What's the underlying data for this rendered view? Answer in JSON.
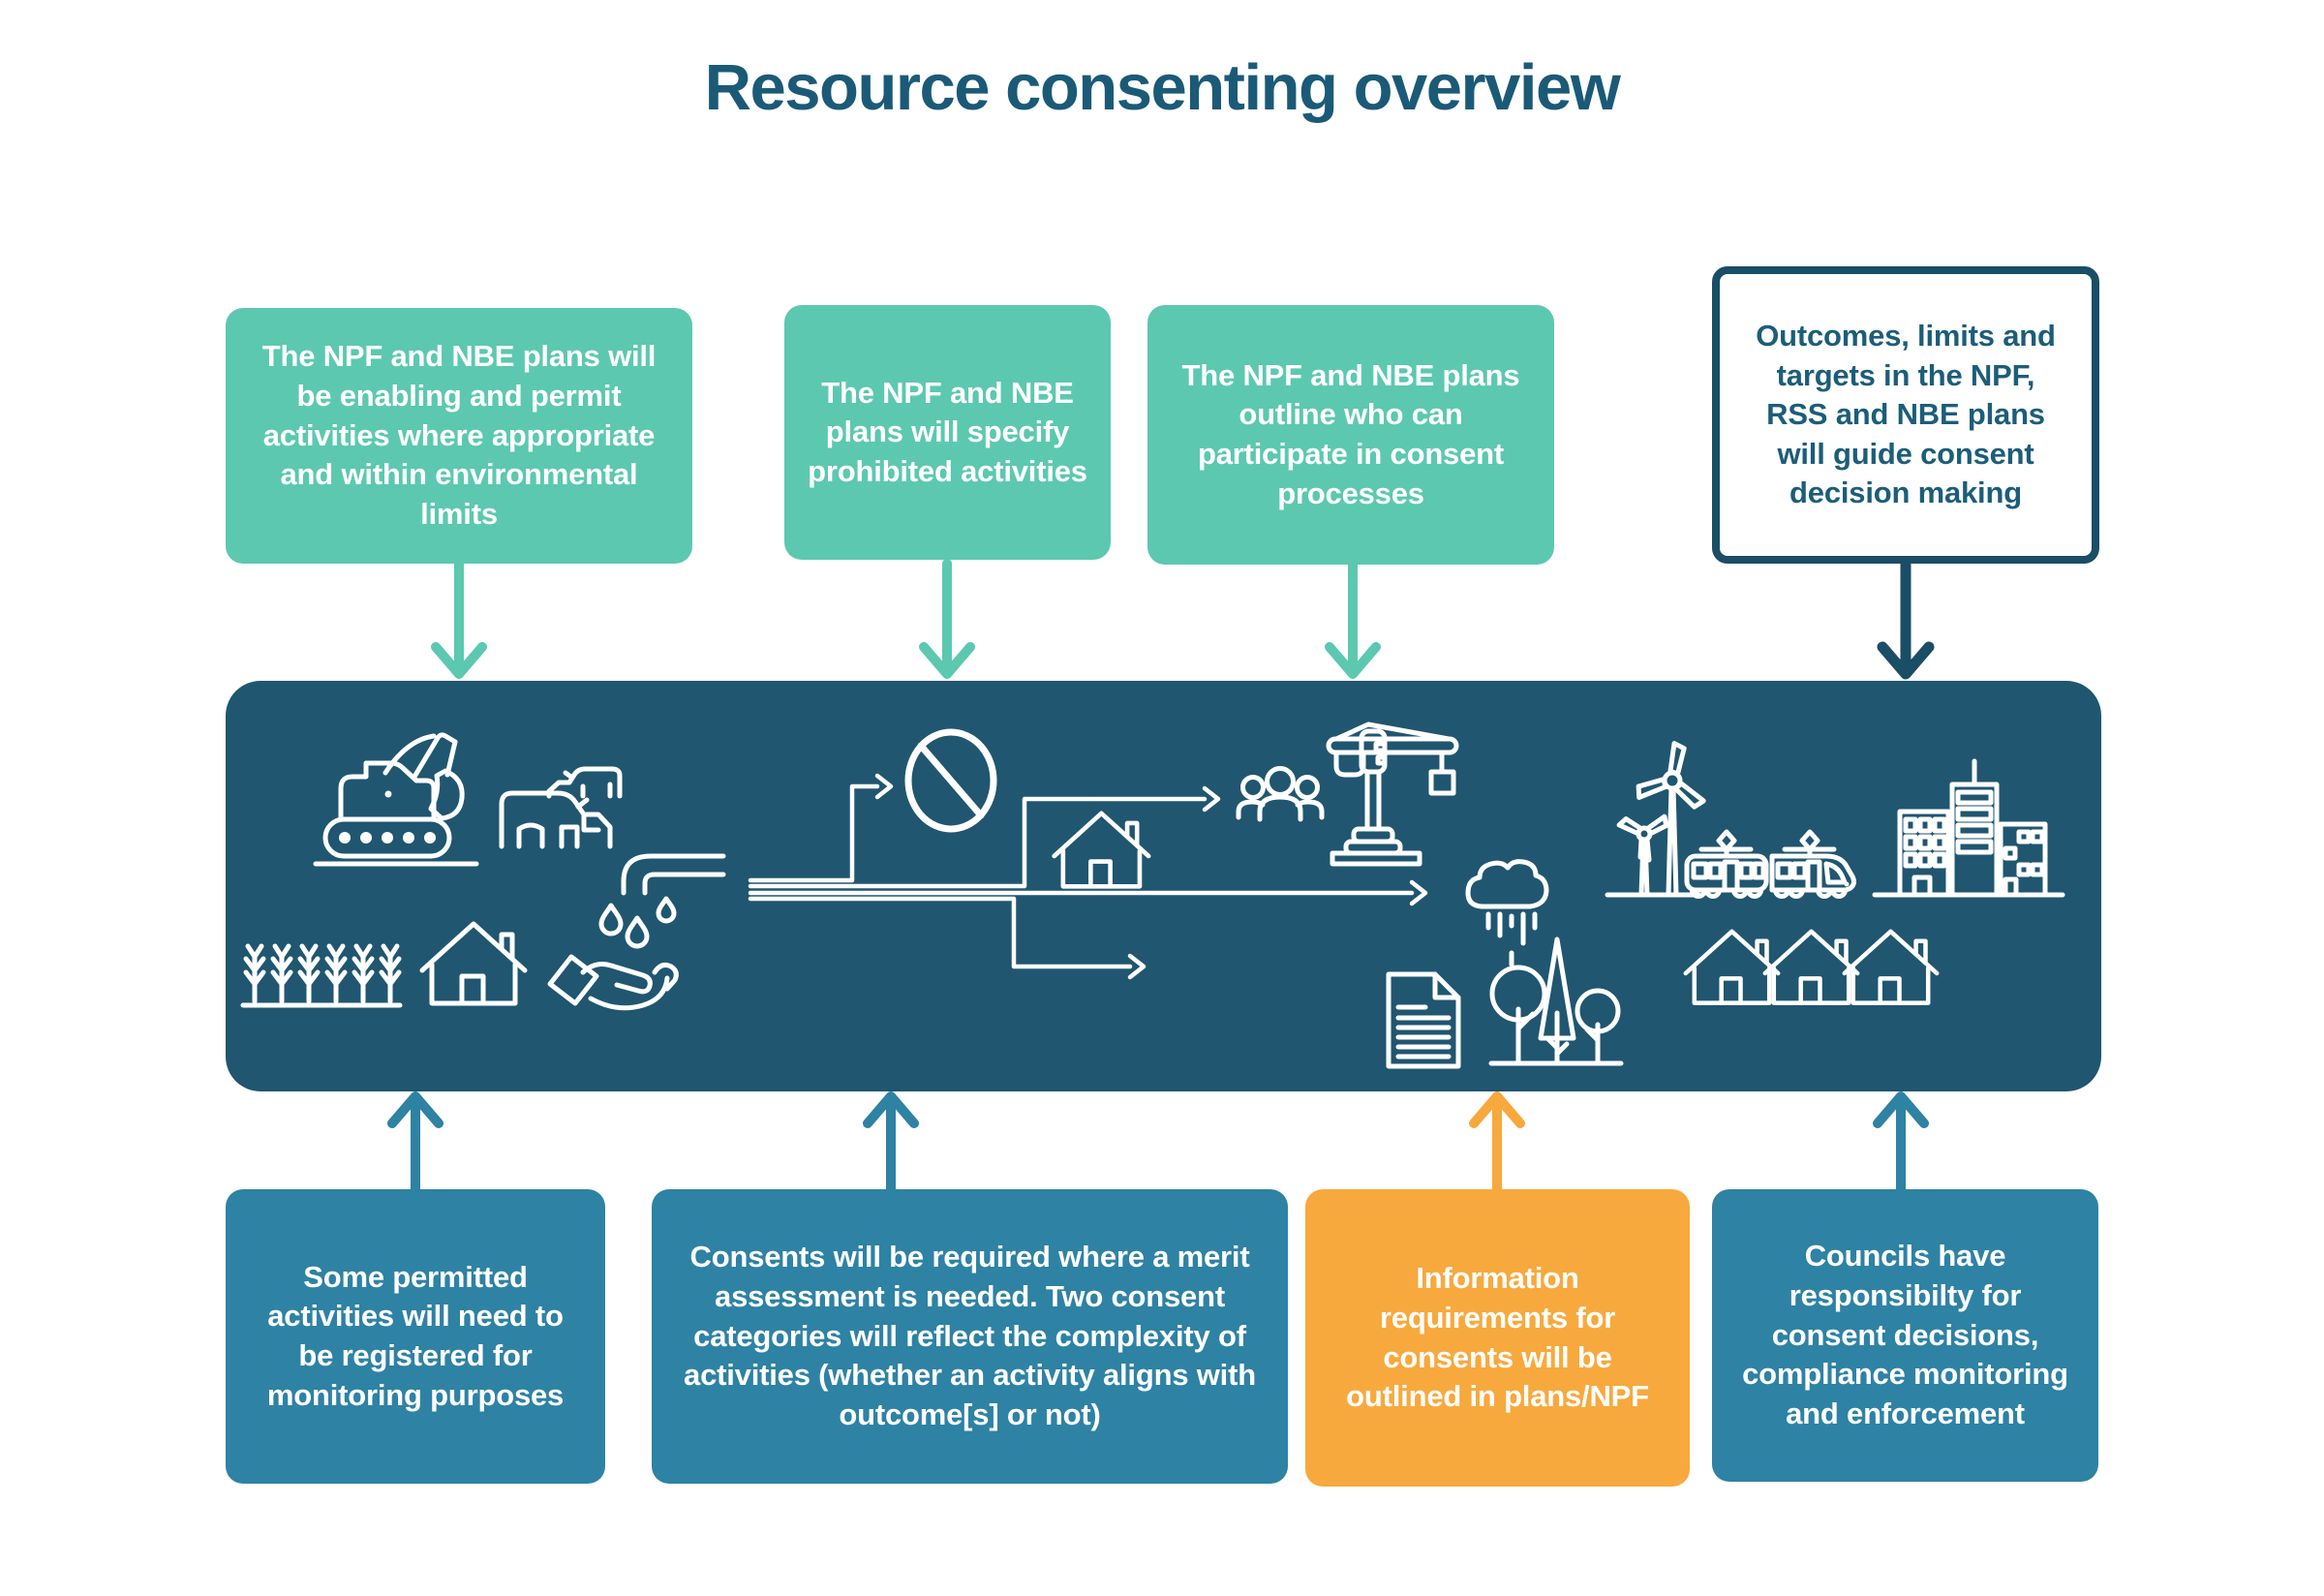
{
  "title": "Resource consenting overview",
  "colors": {
    "teal": "#5cc8b0",
    "blue": "#2e82a4",
    "orange": "#f8a93d",
    "band": "#205670",
    "navy": "#1a4d66",
    "title_text": "#1b5a77",
    "icon_stroke": "#ffffff"
  },
  "top_boxes": [
    {
      "id": "npf-enabling",
      "variant": "teal",
      "text": "The NPF and NBE plans will be enabling and permit activities where appropriate and within environmental limits"
    },
    {
      "id": "npf-prohibited",
      "variant": "teal",
      "text": "The NPF and NBE plans will specify prohibited activities"
    },
    {
      "id": "npf-participate",
      "variant": "teal",
      "text": "The NPF and NBE plans outline who can participate in consent processes"
    },
    {
      "id": "outcomes-guide",
      "variant": "outline",
      "text": "Outcomes, limits and targets in the NPF, RSS and NBE plans will guide consent decision making"
    }
  ],
  "bottom_boxes": [
    {
      "id": "registered-monitoring",
      "variant": "blue",
      "text": "Some permitted activities will need to be registered for monitoring purposes"
    },
    {
      "id": "consents-required",
      "variant": "blue",
      "text": "Consents will be required where a merit assessment is needed. Two consent categories will reflect the complexity of activities (whether an activity aligns with outcome[s] or not)"
    },
    {
      "id": "information-requirements",
      "variant": "orange",
      "text": "Information requirements for consents will be outlined in plans/NPF"
    },
    {
      "id": "councils-responsibility",
      "variant": "blue",
      "text": "Councils have responsibilty for consent decisions, compliance monitoring and enforcement"
    }
  ],
  "band_icons": [
    "excavator",
    "cows",
    "tap-water",
    "water-drops",
    "watering-hand",
    "crops",
    "house",
    "flow-arrows",
    "prohibition-sign",
    "people-group",
    "construction-crane",
    "rain-cloud",
    "document",
    "trees",
    "wind-turbines",
    "tram",
    "city-buildings",
    "houses-row"
  ]
}
